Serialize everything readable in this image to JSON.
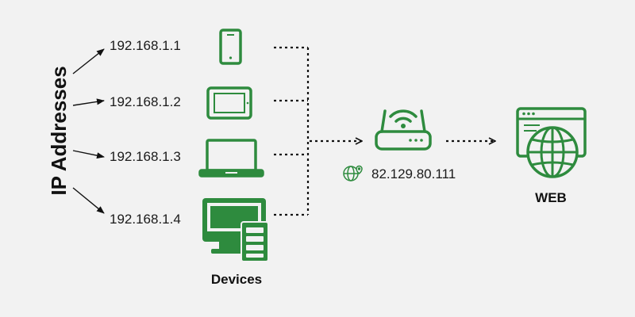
{
  "side_label": "IP Addresses",
  "devices_label": "Devices",
  "web_label": "WEB",
  "public_ip": "82.129.80.111",
  "colors": {
    "accent": "#2e8b3e",
    "background": "#f2f2f2",
    "text": "#1a1a1a"
  },
  "devices": [
    {
      "name": "phone",
      "icon": "smartphone-icon",
      "ip": "192.168.1.1"
    },
    {
      "name": "tablet",
      "icon": "tablet-icon",
      "ip": "192.168.1.2"
    },
    {
      "name": "laptop",
      "icon": "laptop-icon",
      "ip": "192.168.1.3"
    },
    {
      "name": "desktop",
      "icon": "desktop-icon",
      "ip": "192.168.1.4"
    }
  ],
  "router_icon": "wifi-router-icon",
  "globe_icon": "globe-location-icon",
  "web_icon": "web-browser-globe-icon"
}
